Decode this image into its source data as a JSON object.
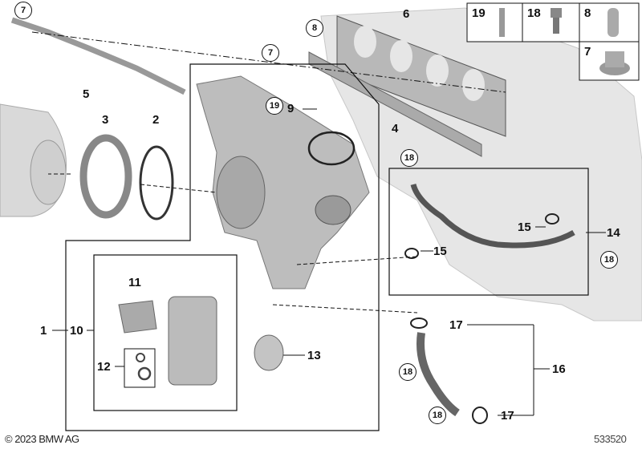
{
  "legend": {
    "cells": [
      {
        "label": "19",
        "icon": "stud-pin-icon"
      },
      {
        "label": "18",
        "icon": "hex-socket-bolt-icon"
      },
      {
        "label": "8",
        "icon": "dowel-pin-icon"
      },
      {
        "label": "7",
        "icon": "flange-nut-icon"
      }
    ]
  },
  "callouts": {
    "c7a": "7",
    "c5": "5",
    "c3": "3",
    "c2": "2",
    "c8": "8",
    "c6": "6",
    "c7b": "7",
    "c19": "19",
    "c9": "9",
    "c4": "4",
    "c18a": "18",
    "c15a": "15",
    "c15b": "15",
    "c14": "14",
    "c18b": "18",
    "c11": "11",
    "c1": "1",
    "c10": "10",
    "c12": "12",
    "c13": "13",
    "c17a": "17",
    "c16": "16",
    "c18c": "18",
    "c18d": "18",
    "c17b": "17"
  },
  "footer": {
    "copyright": "© 2023 BMW AG",
    "diagram_number": "533520"
  }
}
